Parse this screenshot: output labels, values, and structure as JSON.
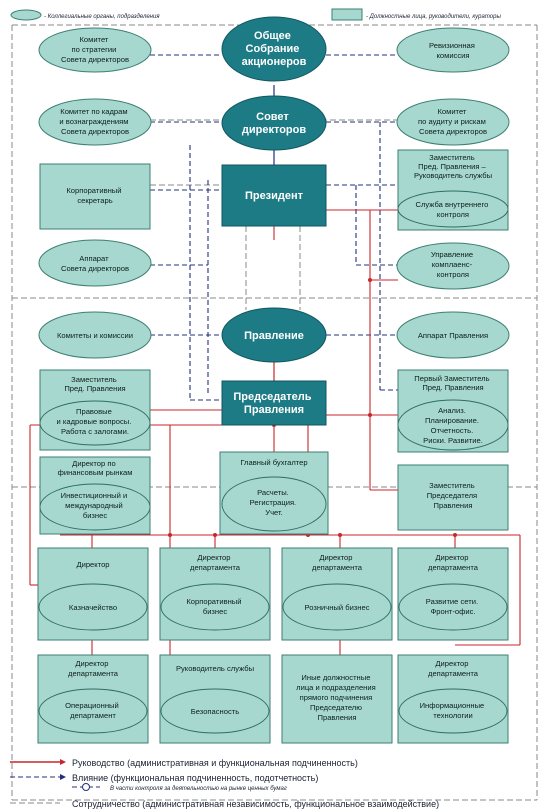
{
  "legend_top": {
    "left": "- Коллегиальные органы, подразделения",
    "right": "- Должностные лица, руководители, кураторы"
  },
  "nodes": {
    "general_meeting": [
      "Общее",
      "Собрание",
      "акционеров"
    ],
    "board": [
      "Совет",
      "директоров"
    ],
    "president": [
      "Президент"
    ],
    "board_management": [
      "Правление"
    ],
    "chairman": [
      "Председатель",
      "Правления"
    ],
    "strategy_committee": [
      "Комитет",
      "по стратегии",
      "Совета директоров"
    ],
    "hr_committee": [
      "Комитет по кадрам",
      "и вознаграждениям",
      "Совета директоров"
    ],
    "corp_secretary": [
      "Корпоративный",
      "секретарь"
    ],
    "board_apparatus": [
      "Аппарат",
      "Совета директоров"
    ],
    "committees": [
      "Комитеты и комиссии"
    ],
    "audit_commission": [
      "Ревизионная",
      "комиссия"
    ],
    "audit_committee": [
      "Комитет",
      "по аудиту и рискам",
      "Совета директоров"
    ],
    "deputy_internal": [
      "Заместитель",
      "Пред. Правления –",
      "Руководитель службы"
    ],
    "internal_control": [
      "Служба внутреннего",
      "контроля"
    ],
    "compliance": [
      "Управление",
      "комплаенс-",
      "контроля"
    ],
    "mgmt_apparatus": [
      "Аппарат Правления"
    ],
    "deputy_legal": [
      "Заместитель",
      "Пред. Правления"
    ],
    "legal": [
      "Правовые",
      "и кадровые вопросы.",
      "Работа с залогами."
    ],
    "first_deputy": [
      "Первый Заместитель",
      "Пред. Правления"
    ],
    "analysis": [
      "Анализ.",
      "Планирование.",
      "Отчетность.",
      "Риски. Развитие."
    ],
    "fin_markets_dir": [
      "Директор по",
      "финансовым рынкам"
    ],
    "investment": [
      "Инвестиционный и",
      "международный",
      "бизнес"
    ],
    "chief_accountant": [
      "Главный бухгалтер"
    ],
    "accounting": [
      "Расчеты.",
      "Регистрация.",
      "Учет."
    ],
    "deputy_chairman": [
      "Заместитель",
      "Председателя",
      "Правления"
    ],
    "dir_treasury": [
      "Директор"
    ],
    "treasury": [
      "Казначейство"
    ],
    "dir_corporate": [
      "Директор",
      "департамента"
    ],
    "corporate": [
      "Корпоративный",
      "бизнес"
    ],
    "dir_retail": [
      "Директор",
      "департамента"
    ],
    "retail": [
      "Розничный бизнес"
    ],
    "dir_network": [
      "Директор",
      "департамента"
    ],
    "network": [
      "Развитие сети.",
      "Фронт-офис."
    ],
    "dir_operations": [
      "Директор",
      "департамента"
    ],
    "operations": [
      "Операционный",
      "департамент"
    ],
    "head_security": [
      "Руководитель службы"
    ],
    "security": [
      "Безопасность"
    ],
    "other_officials": [
      "Иные должностные",
      "лица и подразделения",
      "прямого подчинения",
      "Председателю",
      "Правления"
    ],
    "dir_it": [
      "Директор",
      "департамента"
    ],
    "it": [
      "Информационные",
      "технологии"
    ]
  },
  "legend_bottom": {
    "management": "Руководство (административная и функциональная подчиненность)",
    "influence": "Влияние (функциональная подчиненность, подотчетность)",
    "securities": "В части контроля за деятельностью на рынке ценных бумаг",
    "cooperation": "Сотрудничество (административная независимость, функциональное взаимодействие)"
  },
  "colors": {
    "fill": "#a7d8cf",
    "dark": "#1d7b86",
    "management": "#c8262c",
    "influence": "#22307a",
    "cooperation": "#8a8a8a"
  }
}
